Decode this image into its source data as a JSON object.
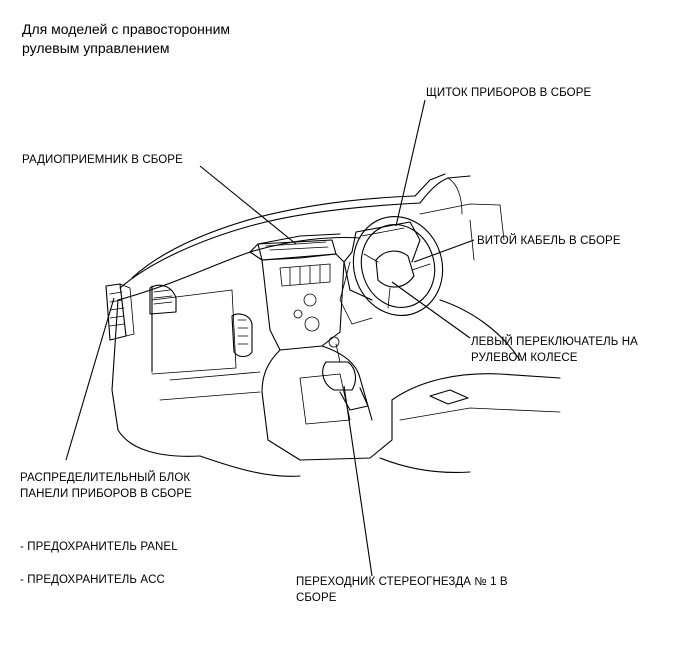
{
  "heading": {
    "line1": "Для моделей с правосторонним",
    "line2": "рулевым управлением"
  },
  "labels": {
    "instrument_cluster": "ЩИТОК ПРИБОРОВ В СБОРЕ",
    "radio_receiver": "РАДИОПРИЕМНИК В СБОРЕ",
    "spiral_cable": "ВИТОЙ КАБЕЛЬ В СБОРЕ",
    "left_switch_line1": "ЛЕВЫЙ ПЕРЕКЛЮЧАТЕЛЬ НА",
    "left_switch_line2": "РУЛЕВОМ КОЛЕСЕ",
    "junction_block_line1": "РАСПРЕДЕЛИТЕЛЬНЫЙ БЛОК",
    "junction_block_line2": "ПАНЕЛИ ПРИБОРОВ В СБОРЕ",
    "fuse_panel": "- ПРЕДОХРАНИТЕЛЬ PANEL",
    "fuse_acc": "- ПРЕДОХРАНИТЕЛЬ ACC",
    "stereo_jack_line1": "ПЕРЕХОДНИК СТЕРЕОГНЕЗДА № 1 В",
    "stereo_jack_line2": "СБОРЕ"
  }
}
